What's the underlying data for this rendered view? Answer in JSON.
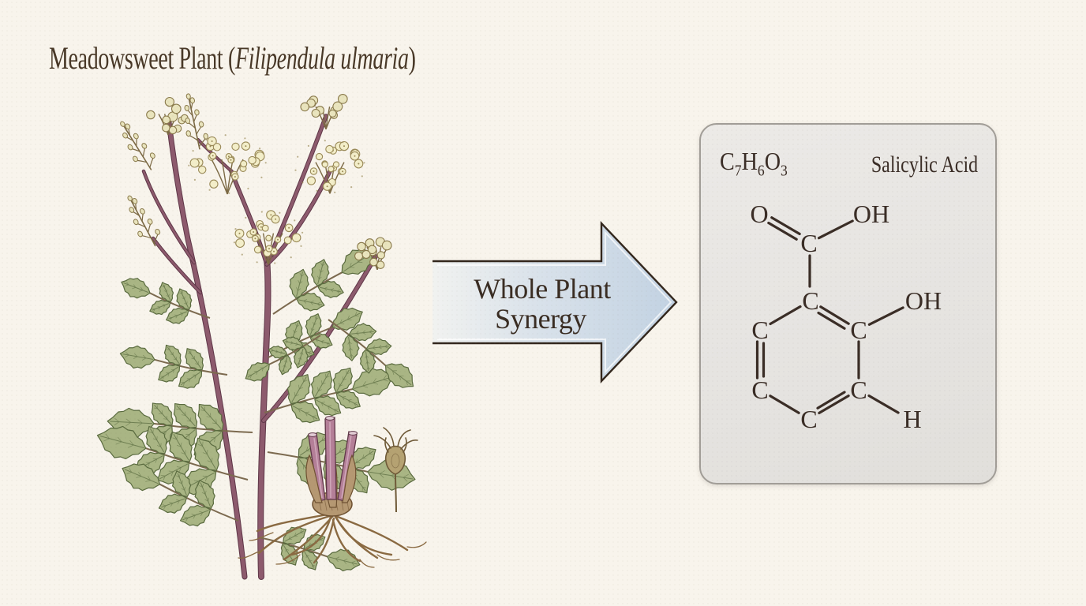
{
  "page": {
    "background": "#f8f4ec",
    "text_color": "#483827"
  },
  "header": {
    "title_prefix": "Meadowsweet Plant (",
    "title_species": "Filipendula ulmaria",
    "title_suffix": ")"
  },
  "arrow": {
    "label_line1": "Whole Plant",
    "label_line2": "Synergy",
    "fill_start": "#f1f2f0",
    "fill_mid": "#d8e1ea",
    "fill_end": "#c2d2e2",
    "outline": "#33271d",
    "highlight": "#ffffff",
    "text_color": "#3a2d23"
  },
  "molecule_panel": {
    "formula": {
      "c": "C",
      "c_sub": "7",
      "h": "H",
      "h_sub": "6",
      "o": "O",
      "o_sub": "3"
    },
    "name": "Salicylic Acid",
    "panel_bg": "#e8e6e2",
    "panel_border": "#a19d97",
    "bond_color": "#3a2d26",
    "text_color": "#3a2d26",
    "atoms": [
      {
        "id": "O-carbonyl",
        "label": "O"
      },
      {
        "id": "OH-carboxyl",
        "label": "OH"
      },
      {
        "id": "C-carboxyl",
        "label": "C"
      },
      {
        "id": "C1-ring",
        "label": "C"
      },
      {
        "id": "OH-phenol",
        "label": "OH"
      },
      {
        "id": "C6-ring",
        "label": "C"
      },
      {
        "id": "C2-ring",
        "label": "C"
      },
      {
        "id": "C5-ring",
        "label": "C"
      },
      {
        "id": "C3-ring",
        "label": "C"
      },
      {
        "id": "C4-ring",
        "label": "C"
      },
      {
        "id": "H-ring",
        "label": "H"
      }
    ]
  },
  "plant": {
    "description": "Botanical illustration of meadowsweet: cream flower clusters and buds, purple-red stems, serrated green pinnate leaves, root crown with cut stems and spreading roots, and a seed pod detail",
    "colors": {
      "stem": "#8d5a6d",
      "stem_dark": "#5f3748",
      "leaf_fill": "#a9b584",
      "leaf_stroke": "#5a6b3f",
      "leaf_vein": "#6f7f52",
      "leaf_stem": "#7c6a4f",
      "flower_fill": "#f3eec9",
      "flower_stroke": "#9a8a58",
      "flower_stem": "#7c6a45",
      "bud_fill": "#e9e4bd",
      "bud_stroke": "#8a7a4c",
      "root": "#8a6a42",
      "root_dark": "#6f5232",
      "crown_fill": "#b59872",
      "cut_stem": "#b47f98",
      "cut_stem_light": "#d0a8ba",
      "cut_stem_cap": "#e3cdd6",
      "pod_fill": "#b5a272",
      "pod_stroke": "#6f5a38"
    }
  }
}
